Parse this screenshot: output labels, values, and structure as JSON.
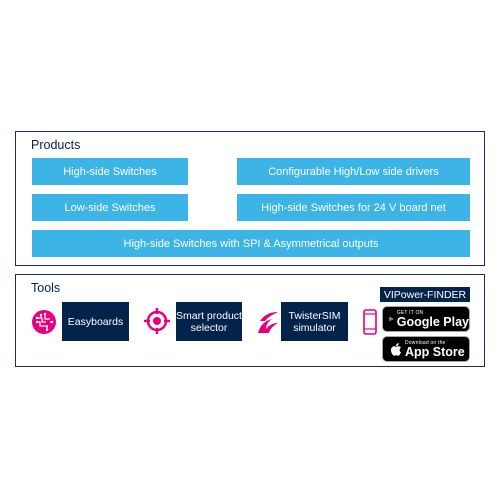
{
  "products": {
    "title": "Products",
    "items": [
      "High-side Switches",
      "Configurable High/Low side drivers",
      "Low-side Switches",
      "High-side Switches for 24 V board net",
      "High-side Switches with SPI & Asymmetrical outputs"
    ]
  },
  "tools": {
    "title": "Tools",
    "easyboards": "Easyboards",
    "smart_selector": [
      "Smart product",
      "selector"
    ],
    "twistersim": [
      "TwisterSIM",
      "simulator"
    ],
    "finder_label": "VIPower-FINDER",
    "google_play": {
      "small": "GET IT ON",
      "big": "Google Play"
    },
    "app_store": {
      "small": "Download on the",
      "big": "App Store"
    }
  },
  "icons": {
    "easyboards": "circuit-chip-icon",
    "smart_selector": "crosshair-target-icon",
    "twistersim": "twister-flame-icon",
    "mobile": "smartphone-icon",
    "google_play": "play-triangle-icon",
    "app_store": "apple-logo-icon"
  },
  "colors": {
    "accent_light_blue": "#3cb4e6",
    "dark_navy": "#03234b",
    "magenta": "#e6007e",
    "border": "#1a2d66"
  }
}
